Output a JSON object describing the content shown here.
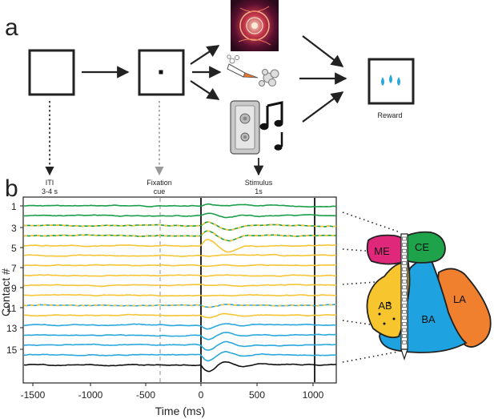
{
  "panel_a": {
    "letter": "a",
    "iti_label": "ITI",
    "iti_duration": "3-4 s",
    "fixation_label": "Fixation",
    "fixation_sub": "cue",
    "stimulus_label": "Stimulus",
    "stimulus_duration": "1s",
    "reward_label": "Reward"
  },
  "panel_b": {
    "letter": "b",
    "ylabel": "Contact #",
    "xlabel": "Time (ms)",
    "xticks": [
      "-1500",
      "-1000",
      "-500",
      "0",
      "500",
      "1000"
    ],
    "yticks": [
      "1",
      "3",
      "5",
      "7",
      "9",
      "11",
      "13",
      "15"
    ],
    "regions": [
      "ME",
      "CE",
      "AB",
      "BA",
      "LA"
    ]
  },
  "colors": {
    "green": "#1a9e4a",
    "yellow": "#f5c535",
    "blue": "#2aa8dd",
    "black": "#111111",
    "me": "#e0287a",
    "ce": "#1fa34a",
    "ab": "#f7c62f",
    "ba": "#1fa2e0",
    "la": "#f07f2e"
  }
}
